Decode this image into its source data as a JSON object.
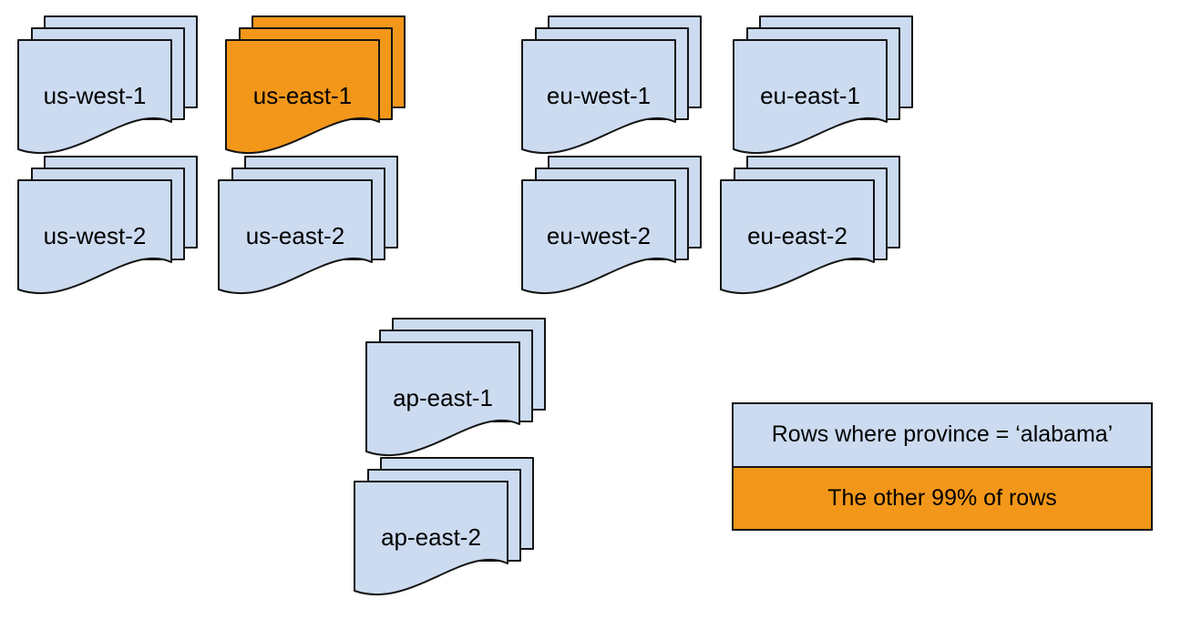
{
  "colors": {
    "blue": "#ccdbf0",
    "orange": "#f2971a",
    "stroke": "#141414",
    "text": "#000000",
    "background": "#ffffff"
  },
  "stacks": [
    {
      "label": "us-west-1",
      "fill": "blue"
    },
    {
      "label": "us-east-1",
      "fill": "orange"
    },
    {
      "label": "eu-west-1",
      "fill": "blue"
    },
    {
      "label": "eu-east-1",
      "fill": "blue"
    },
    {
      "label": "us-west-2",
      "fill": "blue"
    },
    {
      "label": "us-east-2",
      "fill": "blue"
    },
    {
      "label": "eu-west-2",
      "fill": "blue"
    },
    {
      "label": "eu-east-2",
      "fill": "blue"
    },
    {
      "label": "ap-east-1",
      "fill": "blue"
    },
    {
      "label": "ap-east-2",
      "fill": "blue"
    }
  ],
  "legend": {
    "items": [
      {
        "label": "Rows where province = ‘alabama’",
        "fill": "blue"
      },
      {
        "label": "The other 99% of rows",
        "fill": "orange"
      }
    ]
  }
}
